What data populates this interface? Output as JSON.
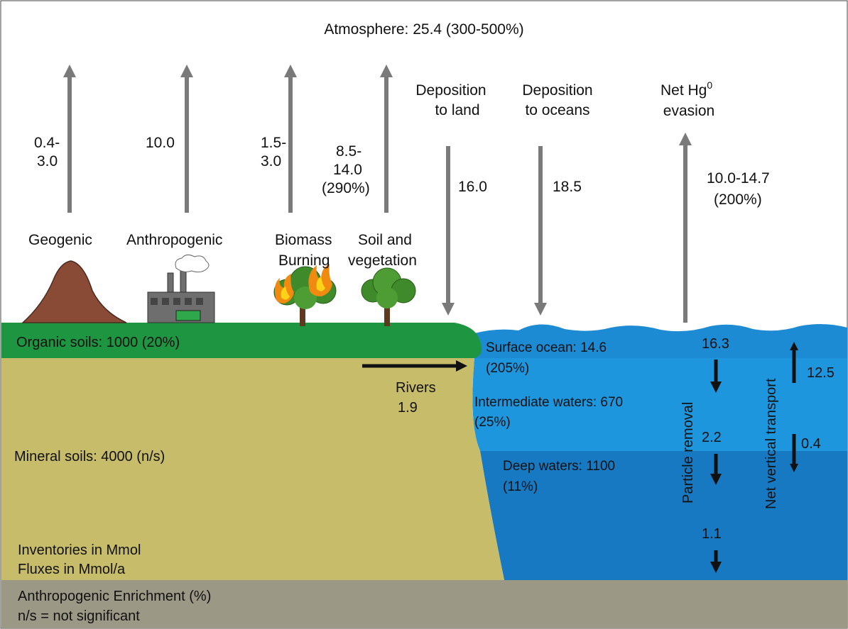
{
  "title": "Atmosphere: 25.4 (300-500%)",
  "emissions": {
    "geogenic": {
      "label": "Geogenic",
      "flux_line1": "0.4-",
      "flux_line2": "3.0"
    },
    "anthropogenic": {
      "label": "Anthropogenic",
      "flux": "10.0"
    },
    "biomass": {
      "label_line1": "Biomass",
      "label_line2": "Burning",
      "flux_line1": "1.5-",
      "flux_line2": "3.0"
    },
    "soil_veg": {
      "label_line1": "Soil and",
      "label_line2": "vegetation",
      "flux_line1": "8.5-",
      "flux_line2": "14.0",
      "flux_line3": "(290%)"
    }
  },
  "deposition": {
    "land": {
      "label_line1": "Deposition",
      "label_line2": "to land",
      "flux": "16.0"
    },
    "oceans": {
      "label_line1": "Deposition",
      "label_line2": "to oceans",
      "flux": "18.5"
    }
  },
  "evasion": {
    "label_line1": "Net Hg",
    "superscript": "0",
    "label_line2": "evasion",
    "flux_line1": "10.0-14.7",
    "flux_line2": "(200%)"
  },
  "reservoirs": {
    "organic_soils": "Organic soils: 1000 (20%)",
    "mineral_soils": "Mineral soils: 4000 (n/s)",
    "surface_ocean_line1": "Surface ocean: 14.6",
    "surface_ocean_line2": "(205%)",
    "intermediate_line1": "Intermediate waters: 670",
    "intermediate_line2": "(25%)",
    "deep_line1": "Deep waters: 1100",
    "deep_line2": "(11%)"
  },
  "rivers": {
    "label": "Rivers",
    "flux": "1.9"
  },
  "ocean_fluxes": {
    "particle_removal_label": "Particle removal",
    "net_vertical_label": "Net vertical transport",
    "particle_values": [
      "16.3",
      "2.2",
      "1.1"
    ],
    "vertical_values": [
      "12.5",
      "0.4"
    ]
  },
  "legend": {
    "line1": "Inventories in Mmol",
    "line2": "Fluxes in Mmol/a",
    "line3": "Anthropogenic Enrichment (%)",
    "line4": "n/s = not significant"
  },
  "colors": {
    "organic_soil": "#1e9641",
    "mineral_soil": "#c6bc6a",
    "bedrock": "#9c9886",
    "surface_ocean": "#1d8ad4",
    "intermediate_ocean": "#1e96de",
    "deep_ocean": "#1779c2",
    "arrow_grey": "#7a7a7a",
    "arrow_black": "#111111",
    "mountain": "#8a4b36",
    "tree": "#3f8a2a",
    "flame": "#f08a10"
  }
}
